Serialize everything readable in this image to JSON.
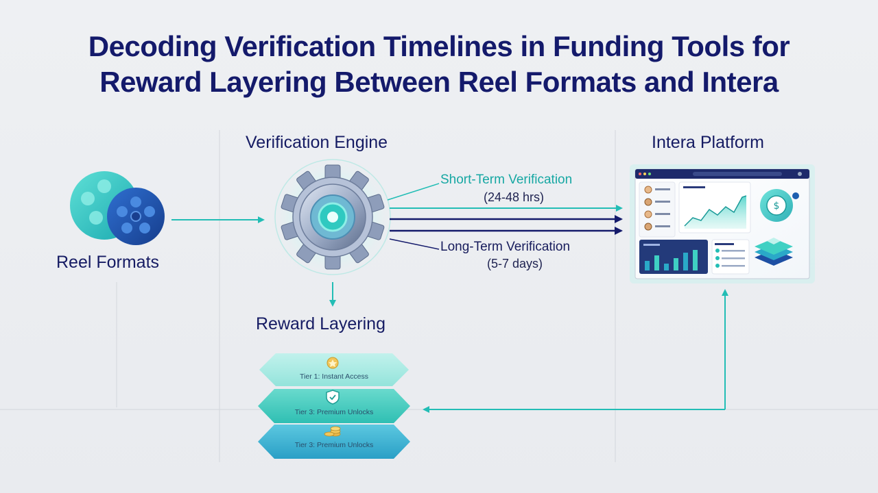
{
  "title": {
    "line1": "Decoding Verification Timelines in Funding Tools for",
    "line2": "Reward Layering Between Reel Formats and Intera"
  },
  "sections": {
    "reel_formats": "Reel Formats",
    "verification_engine": "Verification Engine",
    "intera_platform": "Intera Platform",
    "reward_layering": "Reward Layering"
  },
  "verification": {
    "short_term": {
      "label": "Short-Term Verification",
      "duration": "(24-48 hrs)"
    },
    "long_term": {
      "label": "Long-Term Verification",
      "duration": "(5-7 days)"
    }
  },
  "tiers": [
    {
      "label": "Tier 1: Instant Access",
      "icon": "star-badge-icon"
    },
    {
      "label": "Tier 3: Premium Unlocks",
      "icon": "shield-check-icon"
    },
    {
      "label": "Tier 3: Premium Unlocks",
      "icon": "coins-icon"
    }
  ],
  "dashboard": {
    "currency_symbol": "$"
  },
  "colors": {
    "teal": "#22bdb5",
    "navy": "#141a6b",
    "blue": "#1d4fa3"
  }
}
